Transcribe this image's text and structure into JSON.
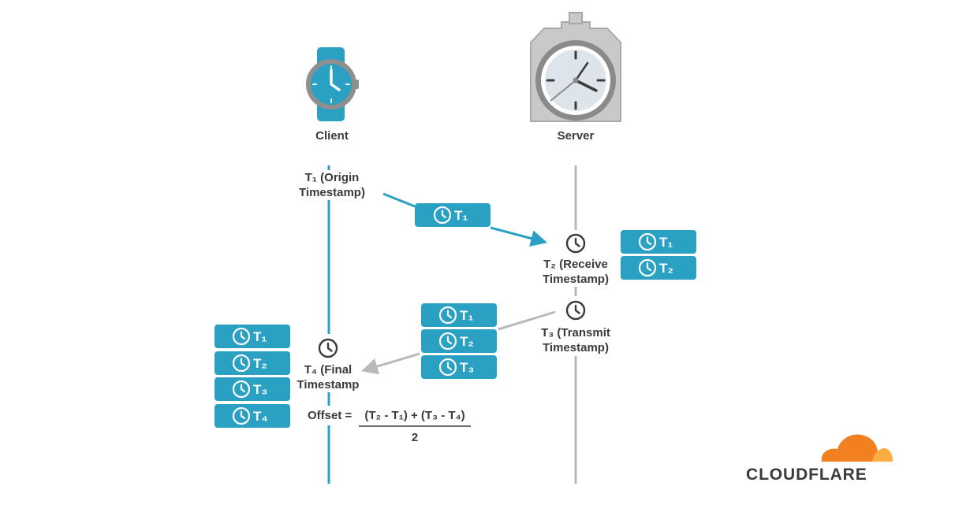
{
  "actors": {
    "client": {
      "label": "Client"
    },
    "server": {
      "label": "Server"
    }
  },
  "events": {
    "t1": {
      "line1": "T₁ (Origin",
      "line2": "Timestamp)"
    },
    "t2": {
      "line1": "T₂ (Receive",
      "line2": "Timestamp)"
    },
    "t3": {
      "line1": "T₃ (Transmit",
      "line2": "Timestamp)"
    },
    "t4": {
      "line1": "T₄ (Final",
      "line2": "Timestamp"
    }
  },
  "badges": {
    "t1": "T₁",
    "t2": "T₂",
    "t3": "T₃",
    "t4": "T₄"
  },
  "formula": {
    "lhs": "Offset =",
    "numerator": "(T₂ - T₁) + (T₃ - T₄)",
    "denominator": "2"
  },
  "logo": {
    "text": "CLOUDFLARE"
  },
  "colors": {
    "teal": "#2aa0c2",
    "gray_line": "#b8b8b8",
    "text": "#3a3a3a",
    "logo_orange": "#f38020",
    "logo_yellow": "#faae40"
  }
}
